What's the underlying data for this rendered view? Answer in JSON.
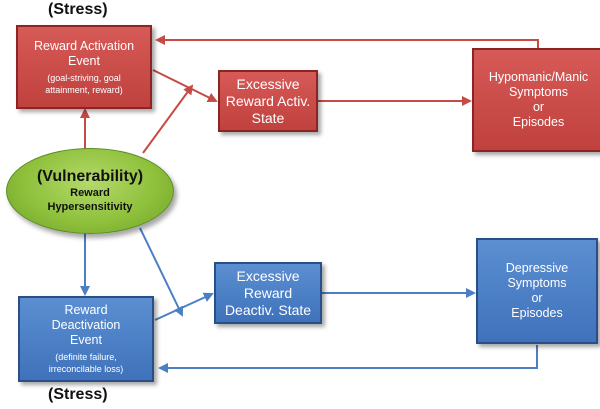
{
  "stress_top": "(Stress)",
  "stress_bottom": "(Stress)",
  "vulnerability": {
    "title": "(Vulnerability)",
    "line1": "Reward",
    "line2": "Hypersensitivity",
    "color": "#8fc13c"
  },
  "reward_activation_event": {
    "line1": "Reward Activation",
    "line2": "Event",
    "sub1": "(goal-striving, goal",
    "sub2": "attainment, reward)"
  },
  "excessive_reward_activ_state": {
    "line1": "Excessive",
    "line2": "Reward Activ.",
    "line3": "State"
  },
  "hypomanic_manic": {
    "line1": "Hypomanic/Manic",
    "line2": "Symptoms",
    "line3": "or",
    "line4": "Episodes"
  },
  "reward_deactivation_event": {
    "line1": "Reward",
    "line2": "Deactivation",
    "line3": "Event",
    "sub1": "(definite failure,",
    "sub2": "irreconcilable loss)"
  },
  "excessive_reward_deactiv_state": {
    "line1": "Excessive",
    "line2": "Reward",
    "line3": "Deactiv. State"
  },
  "depressive": {
    "line1": "Depressive",
    "line2": "Symptoms",
    "line3": "or",
    "line4": "Episodes"
  },
  "colors": {
    "red_arrow": "#c64a46",
    "blue_arrow": "#4a7fc4"
  }
}
